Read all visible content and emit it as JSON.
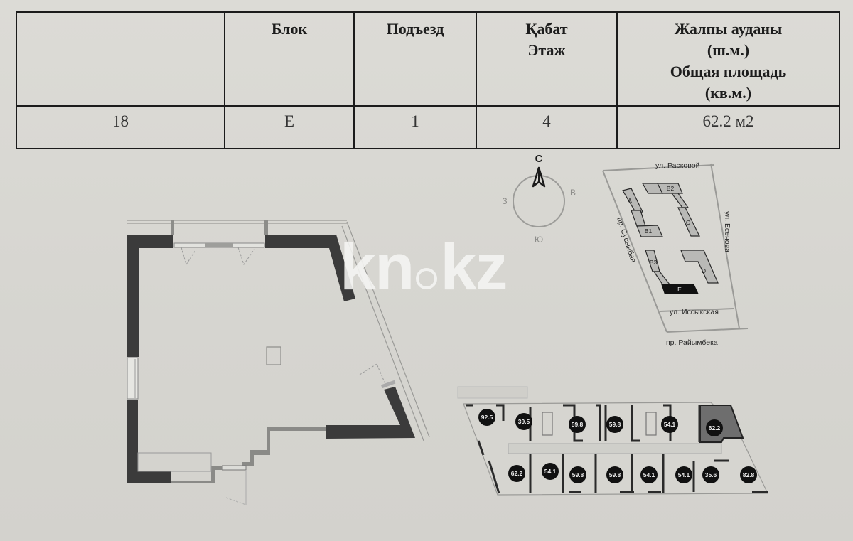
{
  "table": {
    "headers": [
      {
        "lines": [
          ""
        ]
      },
      {
        "lines": [
          "Блок"
        ]
      },
      {
        "lines": [
          "Подъезд"
        ]
      },
      {
        "lines": [
          "Қабат",
          "Этаж"
        ]
      },
      {
        "lines": [
          "Жалпы ауданы",
          "(ш.м.)",
          "Общая площадь",
          "(кв.м.)"
        ]
      }
    ],
    "row": {
      "number": "18",
      "block": "Е",
      "entrance": "1",
      "floor": "4",
      "area": "62.2 м2"
    }
  },
  "compass": {
    "north": "С",
    "east": "В",
    "south": "Ю",
    "west": "З",
    "icon": "north-arrow-icon"
  },
  "site_plan": {
    "streets": {
      "top": "ул. Расковой",
      "right": "ул. Есенова",
      "left": "пр. Сусынбая",
      "inner_bottom": "ул. Иссыкская",
      "bottom": "пр. Райымбека"
    },
    "blocks": [
      "A",
      "B1",
      "B2",
      "C",
      "B3",
      "D",
      "E"
    ],
    "highlighted_block": "E"
  },
  "floor_plan_mini": {
    "top_row": [
      "92.5",
      "39.5",
      "59.8",
      "59.8",
      "54.1",
      "62.2"
    ],
    "bottom_row": [
      "62.2",
      "54.1",
      "59.8",
      "59.8",
      "54.1",
      "54.1",
      "35.6",
      "82.8"
    ],
    "highlighted_unit": "62.2"
  },
  "watermark": {
    "text_left": "kn",
    "text_right": "kz"
  },
  "colors": {
    "background": "#d9d8d3",
    "wall_dark": "#3a3a3a",
    "highlight_unit": "#6e6e6e",
    "area_badge": "#111111"
  }
}
